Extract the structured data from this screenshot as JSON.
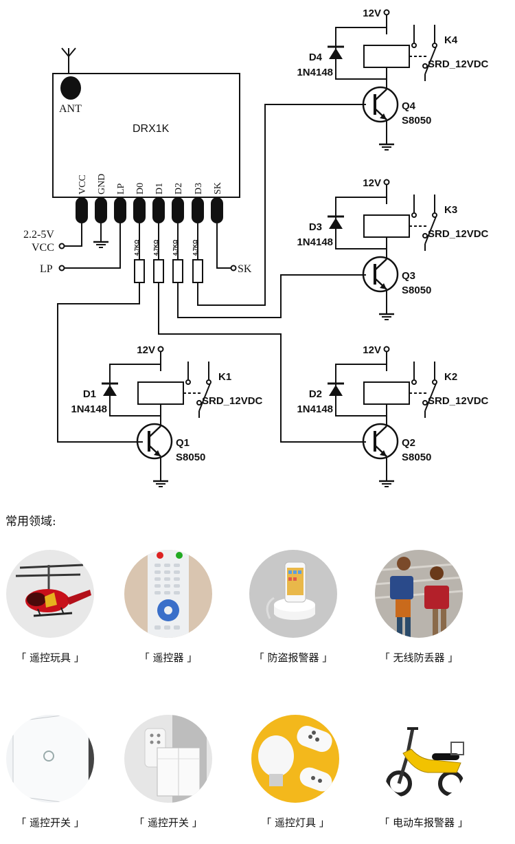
{
  "module": {
    "name": "DRX1K",
    "antenna_label": "ANT",
    "pins": [
      "VCC",
      "GND",
      "LP",
      "D0",
      "D1",
      "D2",
      "D3",
      "SK"
    ],
    "supply_label_line1": "2.2-5V",
    "supply_label_line2": "VCC",
    "lp_label": "LP",
    "sk_label": "SK",
    "resistor_value": "4.7KΩ"
  },
  "channels": [
    {
      "relay": "K4",
      "relay_model": "SRD_12VDC",
      "diode": "D4",
      "diode_model": "1N4148",
      "transistor": "Q4",
      "transistor_model": "S8050",
      "supply": "12V"
    },
    {
      "relay": "K3",
      "relay_model": "SRD_12VDC",
      "diode": "D3",
      "diode_model": "1N4148",
      "transistor": "Q3",
      "transistor_model": "S8050",
      "supply": "12V"
    },
    {
      "relay": "K1",
      "relay_model": "SRD_12VDC",
      "diode": "D1",
      "diode_model": "1N4148",
      "transistor": "Q1",
      "transistor_model": "S8050",
      "supply": "12V"
    },
    {
      "relay": "K2",
      "relay_model": "SRD_12VDC",
      "diode": "D2",
      "diode_model": "1N4148",
      "transistor": "Q2",
      "transistor_model": "S8050",
      "supply": "12V"
    }
  ],
  "applications_title": "常用领域:",
  "applications": [
    {
      "caption": "「 遥控玩具 」",
      "icon": "helicopter-image"
    },
    {
      "caption": "「 遥控器 」",
      "icon": "remote-control-image"
    },
    {
      "caption": "「 防盗报警器 」",
      "icon": "phone-alarm-image"
    },
    {
      "caption": "「 无线防丢器 」",
      "icon": "children-backpack-image"
    },
    {
      "caption": "「 遥控开关 」",
      "icon": "touch-switch-image"
    },
    {
      "caption": "「 遥控开关 」",
      "icon": "wall-switch-image"
    },
    {
      "caption": "「 遥控灯具 」",
      "icon": "led-bulb-image"
    },
    {
      "caption": "「 电动车报警器 」",
      "icon": "e-scooter-image"
    }
  ]
}
